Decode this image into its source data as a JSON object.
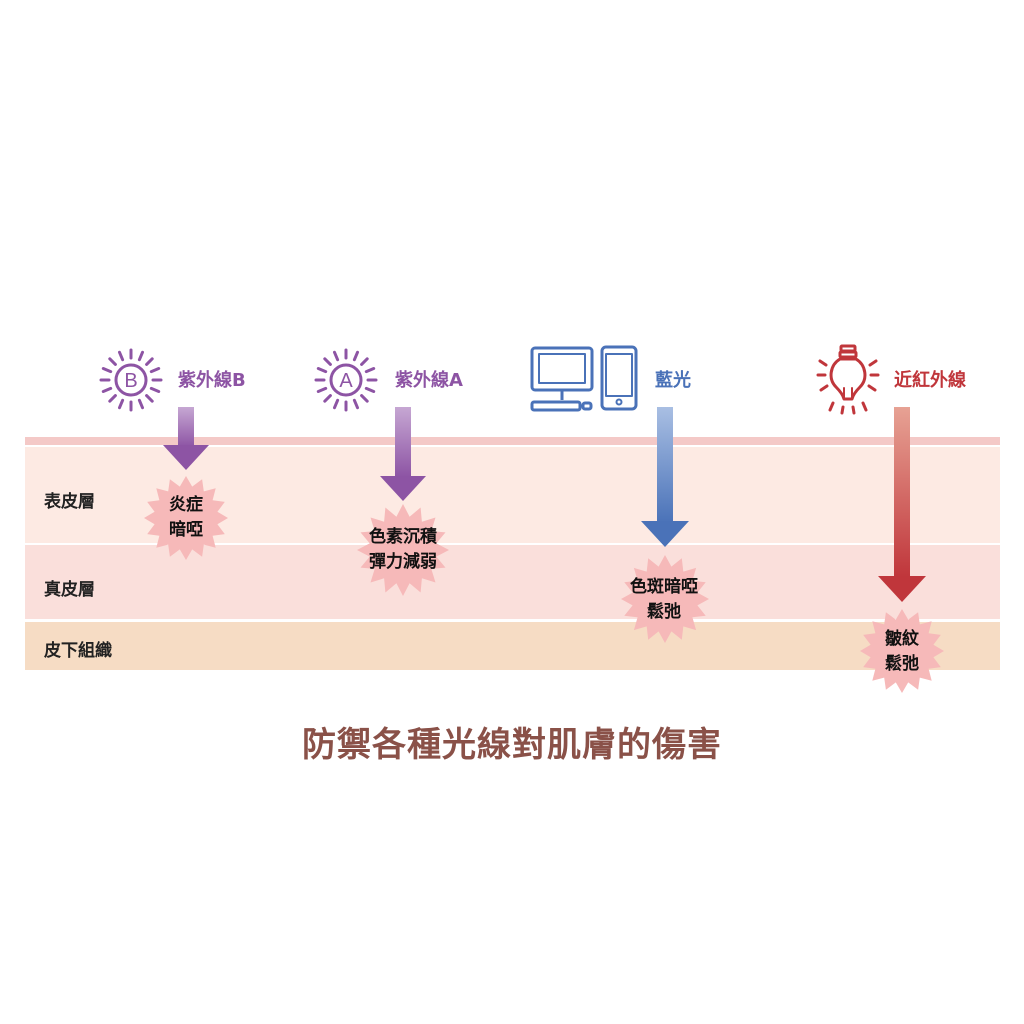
{
  "colors": {
    "uvb": "#8d54a4",
    "uva": "#8d54a4",
    "blue_light": "#4a72b8",
    "infrared": "#c0363b",
    "burst": "#f6b9b9",
    "title": "#8a5148"
  },
  "sources": [
    {
      "icon": "sun-b-icon",
      "label": "紫外線B"
    },
    {
      "icon": "sun-a-icon",
      "label": "紫外線A"
    },
    {
      "icon": "computer-phone-icon",
      "label": "藍光"
    },
    {
      "icon": "light-bulb-icon",
      "label": "近紅外線"
    }
  ],
  "icon_letters": {
    "uvb": "B",
    "uva": "A"
  },
  "layers": [
    {
      "label": "表皮層"
    },
    {
      "label": "真皮層"
    },
    {
      "label": "皮下組織"
    }
  ],
  "effects": {
    "uvb": [
      "炎症",
      "暗啞"
    ],
    "uva": [
      "色素沉積",
      "彈力減弱"
    ],
    "blue_light": [
      "色斑暗啞",
      "鬆弛"
    ],
    "infrared": [
      "皺紋",
      "鬆弛"
    ]
  },
  "title": "防禦各種光線對肌膚的傷害"
}
